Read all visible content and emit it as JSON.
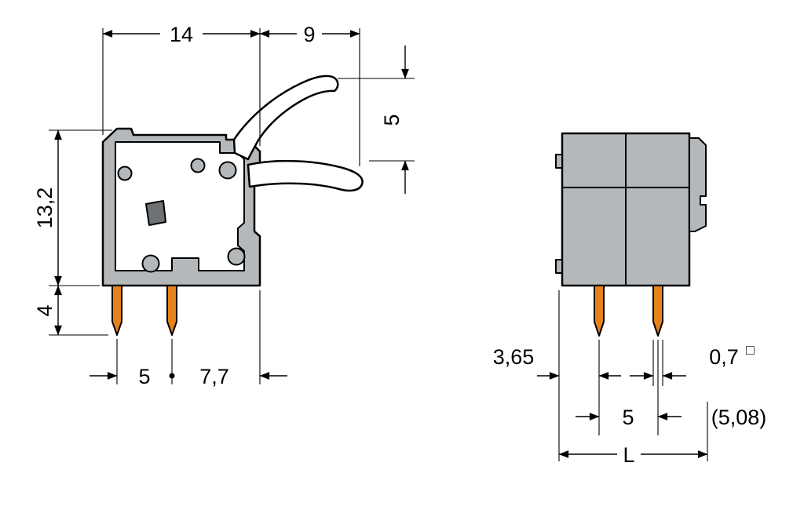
{
  "drawing": {
    "kind": "terminal-block-dimensional-drawing",
    "side_view": {
      "dim_width_total": "14",
      "dim_lever_reach": "9",
      "dim_lever_height": "5",
      "dim_body_height": "13,2",
      "dim_pin_length": "4",
      "dim_pin_pitch": "5",
      "dim_pin_to_edge": "7,7"
    },
    "front_view": {
      "dim_edge_to_pin": "3,65",
      "dim_pin_width": "0,7",
      "dim_pin_width_symbol": "□",
      "dim_pin_pitch": "5",
      "dim_pin_pitch_alt": "(5,08)",
      "dim_total_width": "L"
    },
    "colors": {
      "body": "#b4b8ba",
      "slot": "#6e7274",
      "pin": "#e5821e",
      "line": "#000000",
      "background": "#ffffff"
    }
  }
}
